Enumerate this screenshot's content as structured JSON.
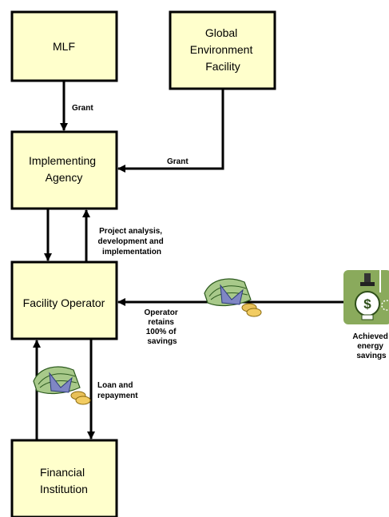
{
  "nodes": {
    "mlf": {
      "label": [
        "MLF"
      ]
    },
    "gef": {
      "label": [
        "Global",
        "Environment",
        "Facility"
      ]
    },
    "agency": {
      "label": [
        "Implementing",
        "Agency"
      ]
    },
    "operator": {
      "label": [
        "Facility Operator"
      ]
    },
    "financial": {
      "label": [
        "Financial",
        "Institution"
      ]
    }
  },
  "edge_labels": {
    "grant_mlf": [
      "Grant"
    ],
    "grant_gef": [
      "Grant"
    ],
    "project": [
      "Project analysis,",
      "development and",
      "implementation"
    ],
    "retains": [
      "Operator",
      "retains",
      "100% of",
      "savings"
    ],
    "loan": [
      "Loan and",
      "repayment"
    ],
    "savings": [
      "Achieved",
      "energy",
      "savings"
    ]
  },
  "icons": [
    "money-icon",
    "bulb-dollar-icon"
  ],
  "colors": {
    "box_fill": "#ffffcc",
    "icon_bg": "#8aaa5c",
    "money": "#a8c98a"
  }
}
